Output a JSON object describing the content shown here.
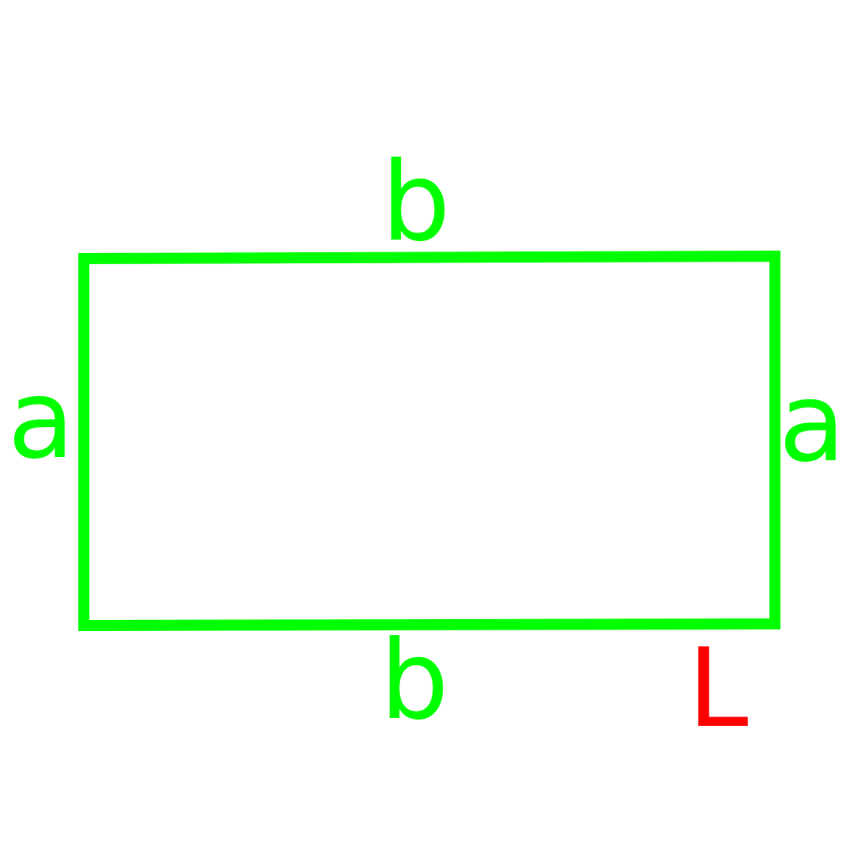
{
  "colors": {
    "shape": "#00ff00",
    "highlight": "#ff0000",
    "background": "#ffffff"
  },
  "shape": "rectangle",
  "labels": {
    "top": "b",
    "bottom": "b",
    "left": "a",
    "right": "a",
    "corner": "L"
  }
}
